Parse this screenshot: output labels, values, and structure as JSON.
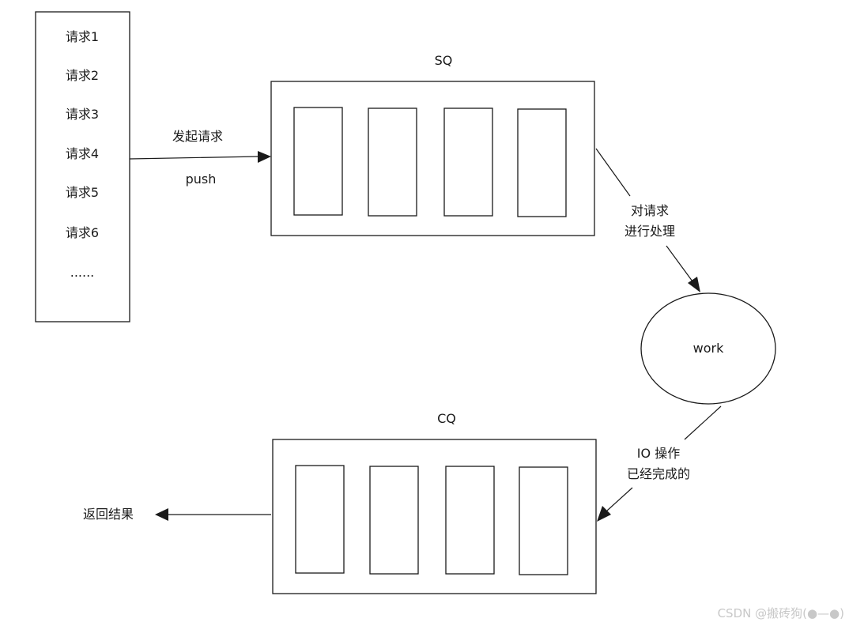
{
  "request_list": {
    "items": [
      "请求1",
      "请求2",
      "请求3",
      "请求4",
      "请求5",
      "请求6",
      "......"
    ]
  },
  "push_arrow": {
    "top_label": "发起请求",
    "bottom_label": "push"
  },
  "sq": {
    "title": "SQ",
    "slot_count": 4
  },
  "process_arrow": {
    "line1": "对请求",
    "line2": "进行处理"
  },
  "worker": {
    "label": "work"
  },
  "complete_arrow": {
    "line1": "IO 操作",
    "line2": "已经完成的"
  },
  "cq": {
    "title": "CQ",
    "slot_count": 4
  },
  "return_arrow": {
    "label": "返回结果"
  },
  "watermark": {
    "text": "CSDN @搬砖狗(●—●)"
  }
}
